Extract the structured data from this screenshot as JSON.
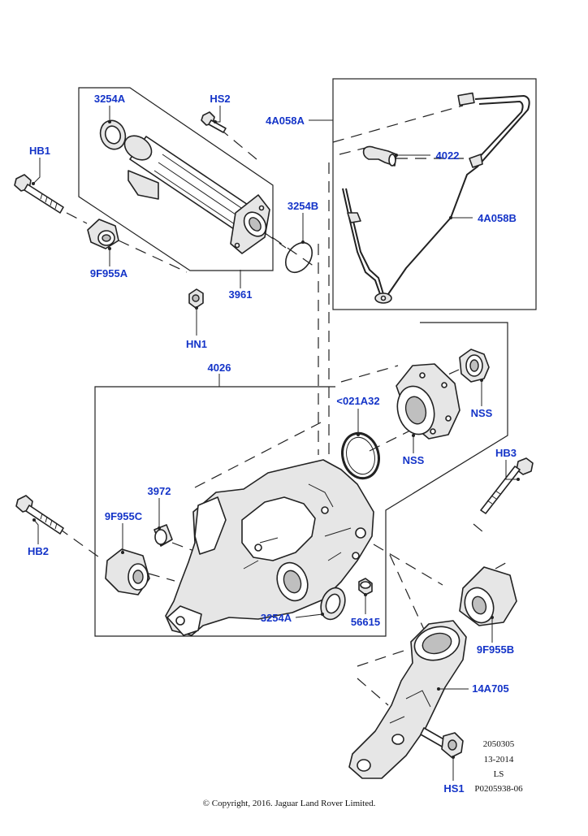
{
  "labels": {
    "hb1": "HB1",
    "part_3254a_top": "3254A",
    "hs2": "HS2",
    "part_4a058a": "4A058A",
    "part_4022": "4022",
    "part_4a058b": "4A058B",
    "part_3254b": "3254B",
    "part_9f955a": "9F955A",
    "part_3961": "3961",
    "hn1": "HN1",
    "part_4026": "4026",
    "part_021a32": "<021A32",
    "nss_upper": "NSS",
    "nss_lower": "NSS",
    "hb3": "HB3",
    "part_3972": "3972",
    "part_9f955c": "9F955C",
    "hb2": "HB2",
    "part_3254a_bottom": "3254A",
    "part_56615": "56615",
    "part_9f955b": "9F955B",
    "part_14a705": "14A705",
    "hs1": "HS1"
  },
  "reference": {
    "line1": "2050305",
    "line2": "13-2014",
    "line3": "LS",
    "line4": "P0205938-06"
  },
  "copyright": "© Copyright, 2016. Jaguar Land Rover Limited.",
  "colors": {
    "label_blue": "#1434c8",
    "line_black": "#222222"
  }
}
